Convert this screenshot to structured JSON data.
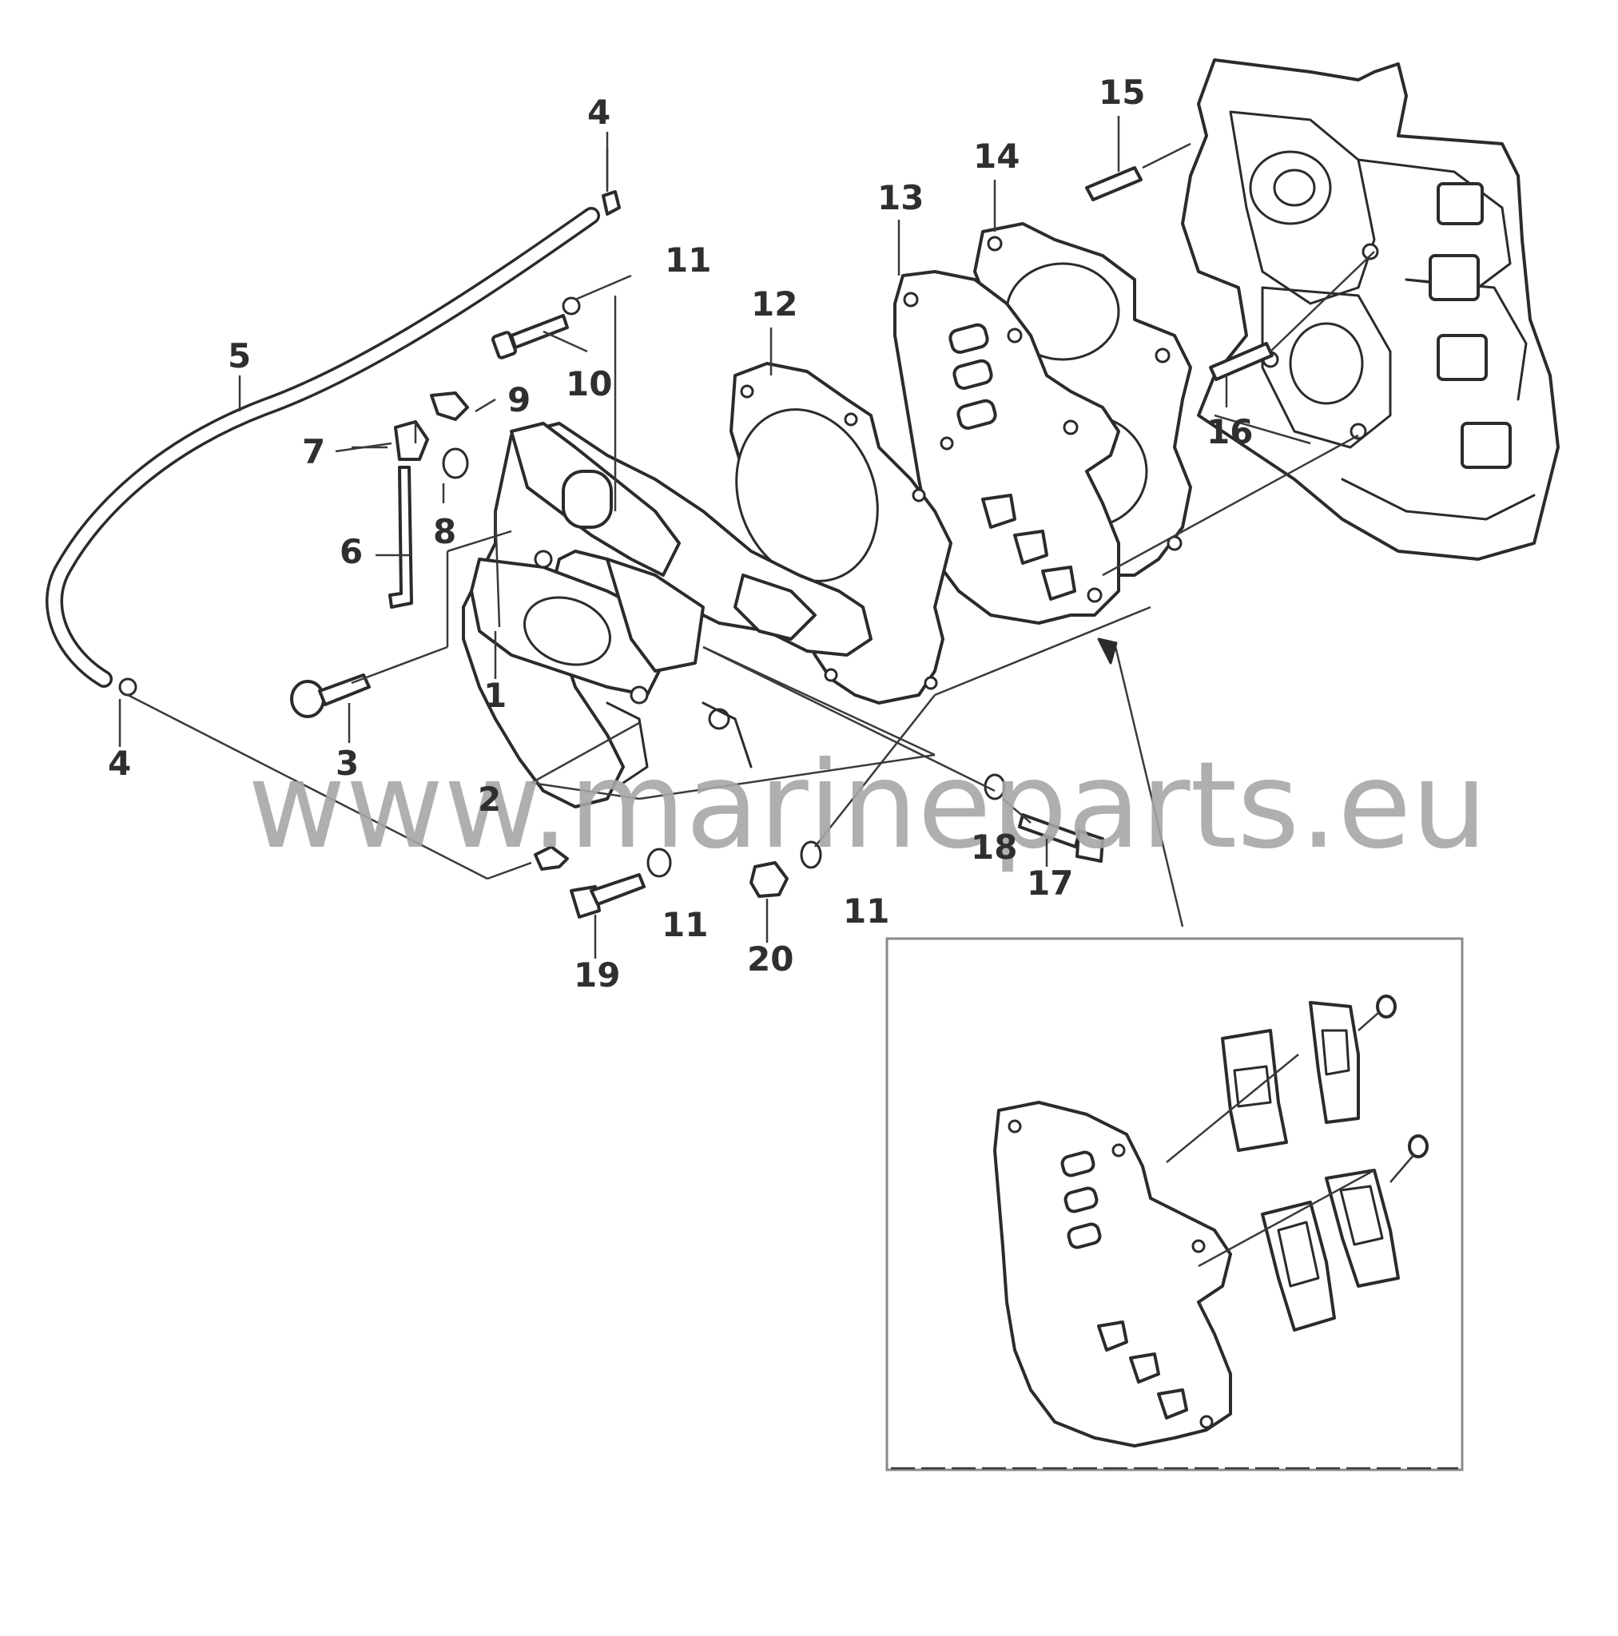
{
  "watermark": "www.marineparts.eu",
  "callouts": [
    {
      "id": "c4a",
      "label": "4"
    },
    {
      "id": "c11a",
      "label": "11"
    },
    {
      "id": "c5",
      "label": "5"
    },
    {
      "id": "c10",
      "label": "10"
    },
    {
      "id": "c9",
      "label": "9"
    },
    {
      "id": "c7",
      "label": "7"
    },
    {
      "id": "c8",
      "label": "8"
    },
    {
      "id": "c6",
      "label": "6"
    },
    {
      "id": "c1",
      "label": "1"
    },
    {
      "id": "c3",
      "label": "3"
    },
    {
      "id": "c4b",
      "label": "4"
    },
    {
      "id": "c2",
      "label": "2"
    },
    {
      "id": "c11b",
      "label": "11"
    },
    {
      "id": "c19",
      "label": "19"
    },
    {
      "id": "c20",
      "label": "20"
    },
    {
      "id": "c11c",
      "label": "11"
    },
    {
      "id": "c18",
      "label": "18"
    },
    {
      "id": "c17",
      "label": "17"
    },
    {
      "id": "c12",
      "label": "12"
    },
    {
      "id": "c13",
      "label": "13"
    },
    {
      "id": "c14",
      "label": "14"
    },
    {
      "id": "c15",
      "label": "15"
    },
    {
      "id": "c16",
      "label": "16"
    }
  ]
}
